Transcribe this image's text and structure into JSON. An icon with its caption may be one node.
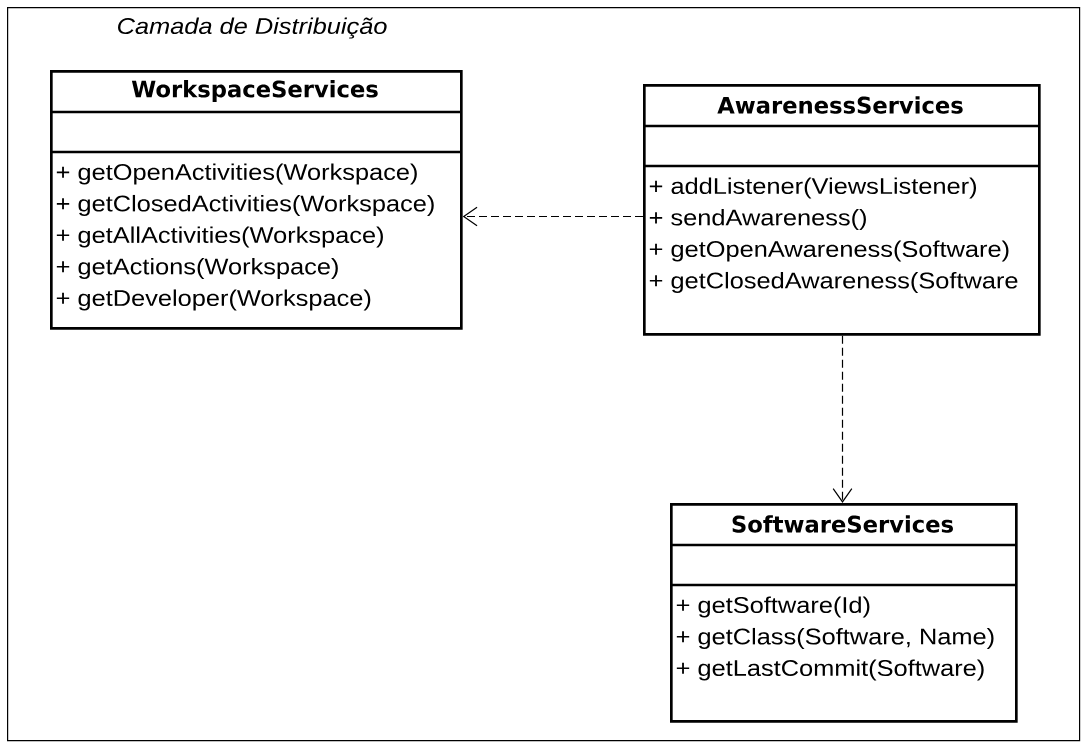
{
  "diagram": {
    "nodes": [
      {
        "text": [
          "Camada de Distribuição"
        ]
      },
      {
        "text": [
          "WorkspaceServices",
          "+ getOpenActivities(Workspace)",
          "+ getClosedActivities(Workspace)",
          "+ getAllActivities(Workspace)",
          "+ getActions(Workspace)",
          "+ getDeveloper(Workspace)"
        ],
        "in": 0
      },
      {
        "text": [
          "AwarenessServices",
          "+ addListener(ViewsListener)",
          "+ sendAwareness()",
          "+ getOpenAwareness(Software)",
          "+ getClosedAwareness(Software"
        ],
        "in": 0
      },
      {
        "text": [
          "SoftwareServices",
          "+ getSoftware(Id)",
          "+ getClass(Software, Name)",
          "+ getLastCommit(Software)"
        ],
        "in": 0
      }
    ],
    "edges": [
      {
        "from": 2,
        "to": 1,
        "arrow": "to",
        "style": "dashed"
      },
      {
        "from": 2,
        "to": 3,
        "arrow": "to",
        "style": "dashed"
      }
    ]
  }
}
